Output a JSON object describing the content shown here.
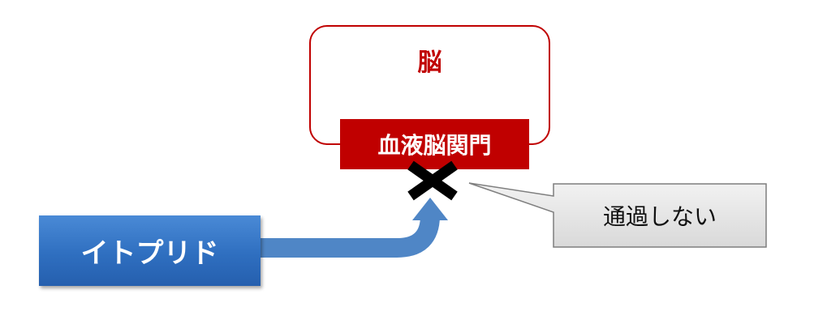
{
  "brain": {
    "label": "脳"
  },
  "barrier": {
    "label": "血液脳関門"
  },
  "drug": {
    "label": "イトプリド"
  },
  "callout": {
    "label": "通過しない"
  },
  "colors": {
    "brain_border": "#c00000",
    "barrier_fill": "#c00000",
    "drug_fill": "#3574c4",
    "arrow_fill": "#4f86c6",
    "callout_fill": "#e6e6e6"
  },
  "icons": {
    "blocked_mark": "cross-mark-icon"
  }
}
